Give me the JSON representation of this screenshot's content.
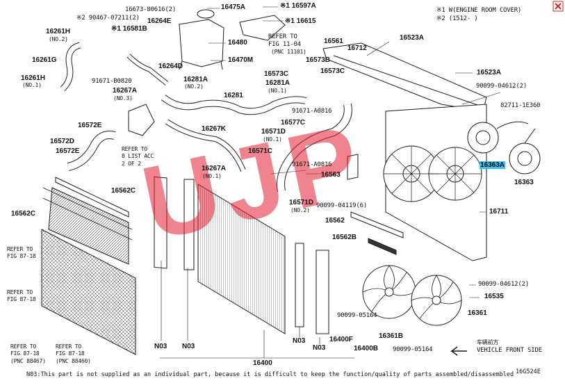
{
  "legend": {
    "note1": "※1 W(ENGINE ROOM COVER)",
    "note2": "※2 (1512-      )"
  },
  "labels": {
    "p16475A": "16475A",
    "p16597A": "※1 16597A",
    "p16615": "※1 16615",
    "p16673": "16673-80616(2)",
    "p90467": "※2 90467-07211(2)",
    "p16264E": "16264E",
    "p16581B": "※1 16581B",
    "p16261H_1": "16261H",
    "p16261H_1s": "(NO.2)",
    "p16480": "16480",
    "p16470M": "16470M",
    "p16261G": "16261G",
    "p16264D": "16264D",
    "p16261H_2": "16261H",
    "p16261H_2s": "(NO.1)",
    "p91671B": "91671-B0820",
    "p16281A": "16281A",
    "p16281As": "(NO.2)",
    "p16267A": "16267A",
    "p16267As": "(NO.3)",
    "refer1104a": "REFER TO",
    "refer1104b": "FIG 11-04",
    "refer1104c": "(PNC 11101)",
    "p16561": "16561",
    "p16712": "16712",
    "p16523A_1": "16523A",
    "p16573B": "16573B",
    "p16573C_1": "16573C",
    "p16573C_2": "16573C",
    "p16281A_2": "16281A",
    "p16281A_2s": "(NO.1)",
    "p16523A_2": "16523A",
    "p90099a": "90099-04612(2)",
    "p16281": "16281",
    "p82711": "82711-1E360",
    "p91671A_1": "91671-A0816",
    "p16577C": "16577C",
    "p16572E": "16572E",
    "p16267K": "16267K",
    "p16571D_1": "16571D",
    "p16571D_1s": "(NO.1)",
    "p16572D": "16572D",
    "refer88a": "REFER TO",
    "refer88b": "8 LIST ACC",
    "refer88c": "2 OF 2",
    "p16572E_2": "16572E",
    "p16571C": "16571C",
    "p91671A_2": "91671-A0816",
    "p16363A": "16363A",
    "p16267A_2": "16267A",
    "p16267A_2s": "(NO.1)",
    "p16363": "16363",
    "p16563": "16563",
    "p16562C_1": "16562C",
    "p16571D_2": "16571D",
    "p16571D_2s": "(NO.2)",
    "p90099b": "90099-04119(6)",
    "p16711": "16711",
    "p16562C_2": "16562C",
    "p16562": "16562",
    "refer8718a1": "REFER TO",
    "refer8718a2": "FIG 87-18",
    "p16562B": "16562B",
    "refer8718b1": "REFER TO",
    "refer8718b2": "FIG 87-18",
    "p90099c": "90099-04612(2)",
    "p16535": "16535",
    "p90099d": "90099-05164",
    "p16361": "16361",
    "n03a": "N03",
    "n03b": "N03",
    "n03c": "N03",
    "n03d": "N03",
    "p16400F": "16400F",
    "p16400B": "16400B",
    "p16361B": "16361B",
    "refer8718c1": "REFER TO",
    "refer8718c2": "FIG 87-18",
    "refer8718c3": "(PNC 88467)",
    "refer8718d1": "REFER TO",
    "refer8718d2": "FIG 87-18",
    "refer8718d3": "(PNC 88460)",
    "p90099e": "90099-05164",
    "p16400": "16400",
    "front_cn": "车辆前方",
    "front_en": "VEHICLE FRONT SIDE"
  },
  "footer": {
    "note": "N03:This part is not supplied as an individual part, because it is difficult to keep the function/quality of parts assembled/disassembled",
    "code": "16G524E"
  },
  "watermark": "UJP",
  "colors": {
    "highlight": "#35c3f2",
    "watermark": "#e11e32",
    "line": "#1a1a1a"
  }
}
